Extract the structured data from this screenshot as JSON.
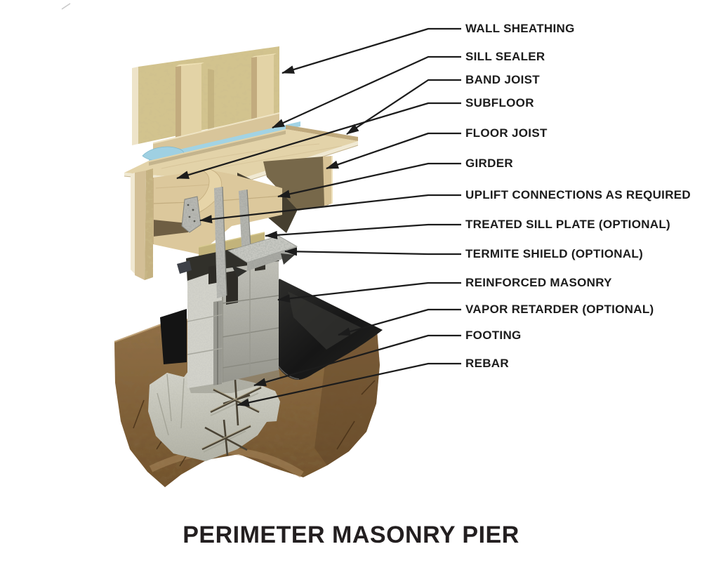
{
  "title": "PERIMETER MASONRY PIER",
  "labels": [
    {
      "text": "WALL SHEATHING"
    },
    {
      "text": "SILL SEALER"
    },
    {
      "text": "BAND JOIST"
    },
    {
      "text": "SUBFLOOR"
    },
    {
      "text": "FLOOR JOIST"
    },
    {
      "text": "GIRDER"
    },
    {
      "text": "UPLIFT CONNECTIONS AS REQUIRED"
    },
    {
      "text": "TREATED SILL PLATE (OPTIONAL)"
    },
    {
      "text": "TERMITE SHIELD (OPTIONAL)"
    },
    {
      "text": "REINFORCED MASONRY"
    },
    {
      "text": "VAPOR RETARDER (OPTIONAL)"
    },
    {
      "text": "FOOTING"
    },
    {
      "text": "REBAR"
    }
  ],
  "palette": {
    "osb_sheathing": "#cfc091",
    "framing_lumber": "#e0cda2",
    "sill_sealer_blue": "#a2d3e4",
    "treated_lumber": "#c2b37b",
    "galvanized_metal": "#b7b8b2",
    "concrete": "#cfcfc6",
    "vapor_retarder_black": "#181818",
    "soil_brown": "#8a6745",
    "line_and_text": "#1c1c1c"
  }
}
